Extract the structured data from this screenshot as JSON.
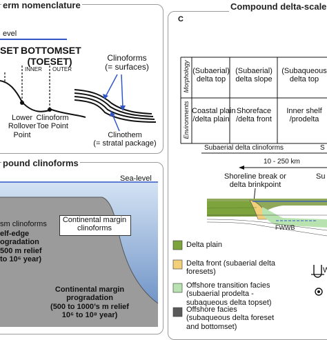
{
  "panel_a": {
    "title": "erm nomenclature",
    "sea_level": "evel",
    "topset": "SET",
    "bottomset": "BOTTOMSET",
    "toeset": "(TOESET)",
    "inner": "INNER",
    "outer": "OUTER",
    "lower_rollover": [
      "Lower",
      "Rollover",
      "Point"
    ],
    "clinoform_toe": [
      "Clinoform",
      "Toe Point"
    ],
    "clinoforms": [
      "Clinoforms",
      "(= surfaces)"
    ],
    "clinothem": [
      "Clinothem",
      "(= stratal package)"
    ]
  },
  "panel_b": {
    "title": "pound clinoforms",
    "sea_level": "Sea-level",
    "continental_margin_clinoforms": [
      "Continental margin",
      "clinoforms"
    ],
    "sm_clinoforms": "sm clinoforms",
    "shelf_edge": [
      "elf-edge",
      "ogradation",
      "500 m relief",
      "to 10⁶ year)"
    ],
    "progradation": [
      "Continental margin",
      "progradation",
      "(500 to 1000’s m relief",
      "10⁶ to 10⁸ year)"
    ]
  },
  "panel_c": {
    "title": "Compound delta-scale c",
    "label": "C",
    "morphology": "Morphology",
    "environments": "Environments",
    "morph_cols": [
      [
        "(Subaerial)",
        "delta top"
      ],
      [
        "(Subaerial)",
        "delta slope"
      ],
      [
        "(Subaqueous",
        "delta top"
      ]
    ],
    "env_cols": [
      [
        "Coastal plain",
        "/delta plain"
      ],
      [
        "Shoreface",
        "/delta front"
      ],
      [
        "Inner shelf",
        "/prodelta"
      ]
    ],
    "subaerial_delta_clinoforms": "Subaerial delta clinoforms",
    "cut_s": "S",
    "scale": "10 - 250 km",
    "shoreline_break": [
      "Shoreline break or",
      "delta brinkpoint"
    ],
    "cut_su": "Su",
    "fwwb": "FWWB",
    "legend": [
      {
        "label": [
          "Delta plain"
        ],
        "color": "#7ca33c"
      },
      {
        "label": [
          "Delta front (subaerial delta",
          "foresets)"
        ],
        "color": "#f2cf78"
      },
      {
        "label": [
          "Offshore transition facies",
          "(subaerial prodelta -",
          "subaqueous delta topset)"
        ],
        "color": "#b8e3b0"
      },
      {
        "label": [
          "Offshore facies",
          "(subaqueous delta foreset",
          "and bottomset)"
        ],
        "color": "#5a5a5a"
      }
    ],
    "cut_w": "W"
  }
}
